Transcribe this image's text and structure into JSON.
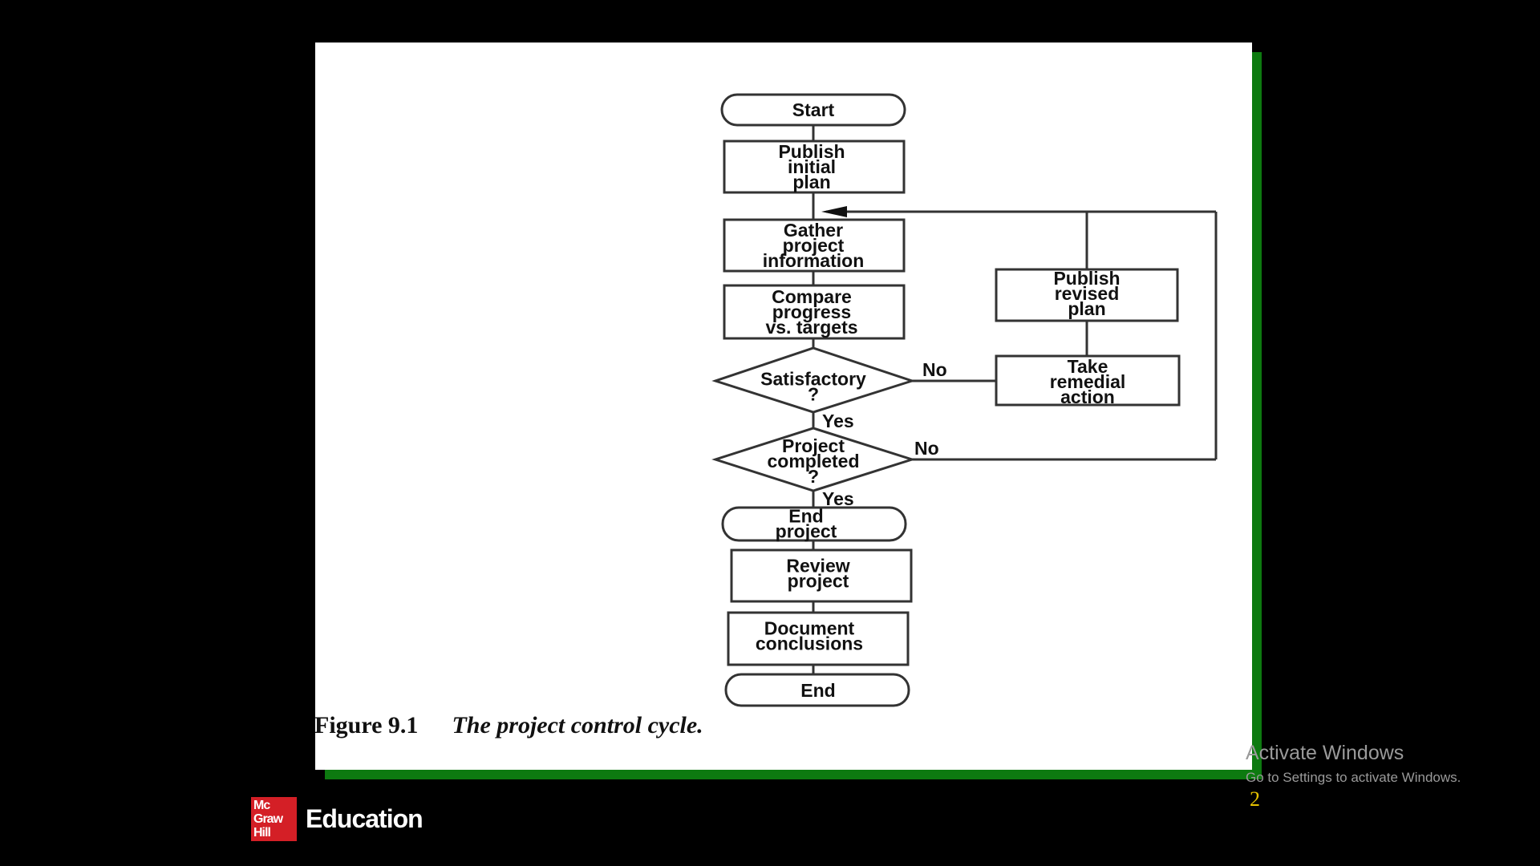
{
  "nodes": {
    "start": [
      "Start"
    ],
    "publish_initial": [
      "Publish",
      "initial",
      "plan"
    ],
    "gather": [
      "Gather",
      "project",
      "information"
    ],
    "compare": [
      "Compare",
      "progress",
      "vs. targets"
    ],
    "satisfactory": [
      "Satisfactory",
      "?"
    ],
    "completed": [
      "Project",
      "completed",
      "?"
    ],
    "end_project": [
      "End",
      "project"
    ],
    "review": [
      "Review",
      "project"
    ],
    "document": [
      "Document",
      "conclusions"
    ],
    "end": [
      "End"
    ],
    "publish_revised": [
      "Publish",
      "revised",
      "plan"
    ],
    "remedial": [
      "Take",
      "remedial",
      "action"
    ]
  },
  "edge_labels": {
    "satisfactory_no": "No",
    "satisfactory_yes": "Yes",
    "completed_no": "No",
    "completed_yes": "Yes"
  },
  "caption": {
    "number": "Figure 9.1",
    "title": "The project control cycle."
  },
  "logo": {
    "mark_lines": [
      "Mc",
      "Graw",
      "Hill"
    ],
    "text": "Education"
  },
  "watermark": {
    "title": "Activate Windows",
    "subtitle": "Go to Settings to activate Windows."
  },
  "slide_number": "2",
  "colors": {
    "background": "#000000",
    "slide": "#ffffff",
    "slide_shadow": "#0d7a10",
    "logo_red": "#d41f26",
    "slide_number": "#e6c200"
  }
}
